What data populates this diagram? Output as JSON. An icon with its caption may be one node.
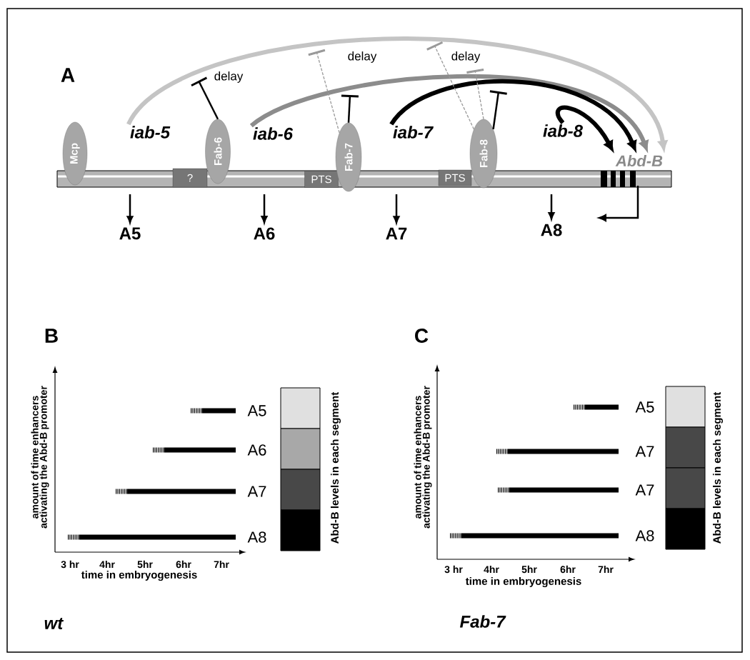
{
  "diagram": {
    "nodes": [
      {
        "text": [
          "Mcp"
        ]
      },
      {
        "text": [
          "iab-5"
        ]
      },
      {
        "text": [
          "?"
        ]
      },
      {
        "text": [
          "Fab-6"
        ]
      },
      {
        "text": [
          "iab-6"
        ]
      },
      {
        "text": [
          "PTS"
        ]
      },
      {
        "text": [
          "Fab-7"
        ]
      },
      {
        "text": [
          "iab-7"
        ]
      },
      {
        "text": [
          "PTS"
        ]
      },
      {
        "text": [
          "Fab-8"
        ]
      },
      {
        "text": [
          "iab-8"
        ]
      },
      {
        "text": [
          "Abd-B"
        ]
      },
      {
        "text": [
          "A5"
        ]
      },
      {
        "text": [
          "A6"
        ]
      },
      {
        "text": [
          "A7"
        ]
      },
      {
        "text": [
          "A8"
        ]
      }
    ],
    "edges": [
      {
        "from": 1,
        "to": 11,
        "arrow": "to",
        "style": "thick",
        "color": "#c4c4c4"
      },
      {
        "from": 4,
        "to": 11,
        "arrow": "to",
        "style": "thick",
        "color": "#8c8c8c"
      },
      {
        "from": 7,
        "to": 11,
        "arrow": "to",
        "style": "thick"
      },
      {
        "from": 10,
        "to": 11,
        "arrow": "to",
        "style": "thick"
      },
      {
        "from": null,
        "to": 12,
        "arrow": "to"
      },
      {
        "from": null,
        "to": 13,
        "arrow": "to"
      },
      {
        "from": null,
        "to": 14,
        "arrow": "to"
      },
      {
        "from": null,
        "to": 15,
        "arrow": "to"
      },
      {
        "from": 3,
        "to": null,
        "arrow": "other",
        "label": "delay"
      },
      {
        "from": 6,
        "to": null,
        "arrow": "other",
        "style": "dashed",
        "color": "#999999",
        "label": "delay"
      },
      {
        "from": 6,
        "to": null,
        "arrow": "other"
      },
      {
        "from": 9,
        "to": null,
        "arrow": "other",
        "style": "dashed",
        "color": "#999999",
        "label": "delay"
      },
      {
        "from": 9,
        "to": null,
        "arrow": "other",
        "style": "dashed",
        "color": "#999999"
      },
      {
        "from": 9,
        "to": null,
        "arrow": "other"
      }
    ],
    "labels": [
      "A",
      "B",
      "amount of time enhancers activating the Abd-B promoter",
      "3 hr",
      "4hr",
      "5hr",
      "6hr",
      "7hr",
      "time in embryogenesis",
      "A5",
      "A6",
      "A7",
      "A8",
      "Abd-B levels in each segment",
      "wt",
      "C",
      "amount of time enhancers activating the Abd-B promoter",
      "3 hr",
      "4hr",
      "5hr",
      "6hr",
      "7hr",
      "time in embryogenesis",
      "A5",
      "A7",
      "A7",
      "A8",
      "Abd-B levels in each segment",
      "Fab-7"
    ]
  }
}
